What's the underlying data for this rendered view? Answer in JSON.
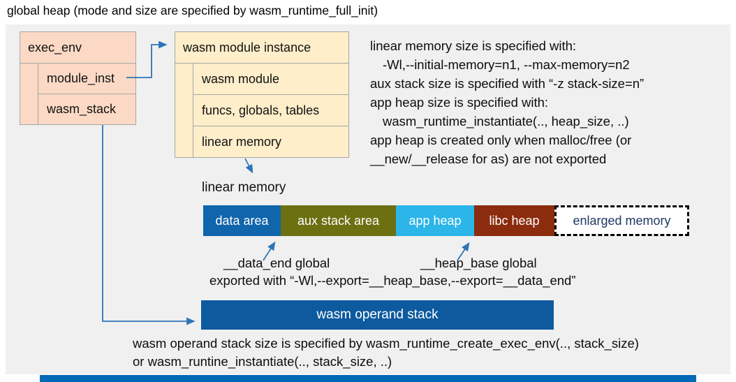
{
  "title": "global heap (mode and size are specified by wasm_runtime_full_init)",
  "exec_env": {
    "label": "exec_env",
    "fields": [
      "module_inst",
      "wasm_stack"
    ]
  },
  "module_instance": {
    "label": "wasm module instance",
    "fields": [
      "wasm module",
      "funcs, globals, tables",
      "linear memory"
    ]
  },
  "notes_right": {
    "lines": [
      "linear memory size is specified with:",
      "-Wl,--initial-memory=n1, --max-memory=n2",
      "aux stack size is specified with “-z stack-size=n”",
      "app heap size is specified with:",
      "wasm_runtime_instantiate(.., heap_size, ..)",
      "app heap is created only when malloc/free (or",
      "__new/__release for as) are not exported"
    ]
  },
  "linear_memory": {
    "label": "linear memory",
    "segments": [
      {
        "label": "data area",
        "color": "#1065ab"
      },
      {
        "label": "aux stack area",
        "color": "#6c7011"
      },
      {
        "label": "app heap",
        "color": "#2bb5e8"
      },
      {
        "label": "libc heap",
        "color": "#8b2c0e"
      },
      {
        "label": "enlarged memory",
        "color": "#ffffff"
      }
    ],
    "annotations": {
      "data_end": "__data_end global",
      "heap_base": "__heap_base global",
      "exported": "exported with “-Wl,--export=__heap_base,--export=__data_end”"
    }
  },
  "operand_stack": {
    "label": "wasm operand stack",
    "notes": [
      "wasm operand stack size is specified by wasm_runtime_create_exec_env(.., stack_size)",
      "or wasm_runtine_instantiate(.., stack_size, ..)"
    ]
  },
  "colors": {
    "panel_bg": "#f0f0f0",
    "exec_env_fill": "#fbd9c5",
    "module_instance_fill": "#feeeca",
    "box_border": "#a6a6a6",
    "connector_blue": "#2e75b6",
    "data_area": "#1065ab",
    "aux_stack": "#6c7011",
    "app_heap": "#2bb5e8",
    "libc_heap": "#8b2c0e",
    "enlarged_memory_text": "#1f3864",
    "operand_stack": "#0d5a9e",
    "footer_bar": "#0068b5"
  }
}
